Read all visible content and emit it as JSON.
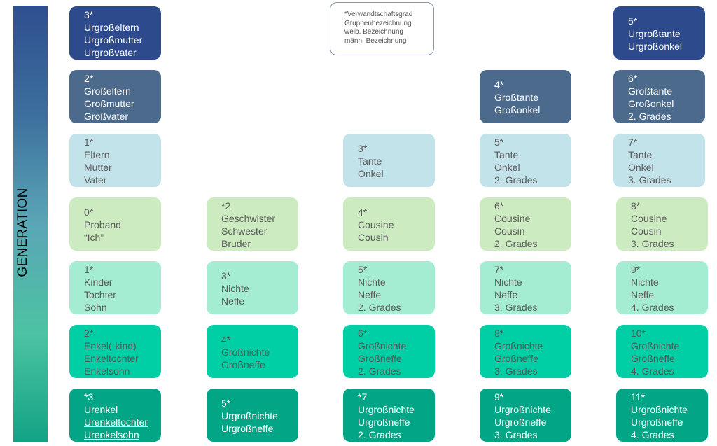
{
  "axis_label": "GENERATION",
  "legend": {
    "lines": [
      "*Verwandtschaftsgrad",
      "Gruppenbezeichnung",
      "weib. Bezeichnung",
      "männ. Bezeichnung"
    ]
  },
  "colors": {
    "gen_plus3": "#2d4a8c",
    "gen_plus2": "#4b6a8c",
    "gen_plus1": "#c3e3ea",
    "gen_0": "#cdebc0",
    "gen_minus1": "#a4ecd2",
    "gen_minus2": "#00cfa6",
    "gen_minus3": "#02a686"
  },
  "boxes": [
    {
      "lines": [
        "3*",
        "Urgroßeltern",
        "Urgroßmutter",
        "Urgroßvater"
      ]
    },
    {
      "lines": [
        "5*",
        "Urgroßtante",
        "Urgroßonkel"
      ]
    },
    {
      "lines": [
        "2*",
        "Großeltern",
        "Großmutter",
        "Großvater"
      ]
    },
    {
      "lines": [
        "4*",
        "Großtante",
        "Großonkel"
      ]
    },
    {
      "lines": [
        "6*",
        "Großtante",
        "Großonkel",
        "2. Grades"
      ]
    },
    {
      "lines": [
        "1*",
        "Eltern",
        "Mutter",
        "Vater"
      ]
    },
    {
      "lines": [
        "3*",
        "Tante",
        "Onkel"
      ]
    },
    {
      "lines": [
        "5*",
        "Tante",
        "Onkel",
        "2. Grades"
      ]
    },
    {
      "lines": [
        "7*",
        "Tante",
        "Onkel",
        "3. Grades"
      ]
    },
    {
      "lines": [
        "0*",
        "Proband",
        "“Ich”"
      ]
    },
    {
      "lines": [
        "*2",
        "Geschwister",
        "Schwester",
        "Bruder"
      ]
    },
    {
      "lines": [
        "4*",
        "Cousine",
        "Cousin"
      ]
    },
    {
      "lines": [
        "6*",
        "Cousine",
        "Cousin",
        "2. Grades"
      ]
    },
    {
      "lines": [
        "8*",
        "Cousine",
        "Cousin",
        "3. Grades"
      ]
    },
    {
      "lines": [
        "1*",
        "Kinder",
        "Tochter",
        "Sohn"
      ]
    },
    {
      "lines": [
        "3*",
        "Nichte",
        "Neffe"
      ]
    },
    {
      "lines": [
        "5*",
        "Nichte",
        "Neffe",
        "2. Grades"
      ]
    },
    {
      "lines": [
        "7*",
        "Nichte",
        "Neffe",
        "3. Grades"
      ]
    },
    {
      "lines": [
        "9*",
        "Nichte",
        "Neffe",
        "4. Grades"
      ]
    },
    {
      "lines": [
        "2*",
        "Enkel(-kind)",
        "Enkeltochter",
        "Enkelsohn"
      ]
    },
    {
      "lines": [
        "4*",
        "Großnichte",
        "Großneffe"
      ]
    },
    {
      "lines": [
        "6*",
        "Großnichte",
        "Großneffe",
        "2. Grades"
      ]
    },
    {
      "lines": [
        "8*",
        "Großnichte",
        "Großneffe",
        "3. Grades"
      ]
    },
    {
      "lines": [
        "10*",
        "Großnichte",
        "Großneffe",
        "4. Grades"
      ]
    },
    {
      "lines": [
        "*3",
        "Urenkel",
        "Urenkeltochter",
        "Urenkelsohn"
      ]
    },
    {
      "lines": [
        "5*",
        "Urgroßnichte",
        "Urgroßneffe"
      ]
    },
    {
      "lines": [
        "*7",
        "Urgroßnichte",
        "Urgroßneffe",
        "2. Grades"
      ]
    },
    {
      "lines": [
        "9*",
        "Urgroßnichte",
        "Urgroßneffe",
        "3. Grades"
      ]
    },
    {
      "lines": [
        "11*",
        "Urgroßnichte",
        "Urgroßneffe",
        "4. Grades"
      ]
    }
  ]
}
